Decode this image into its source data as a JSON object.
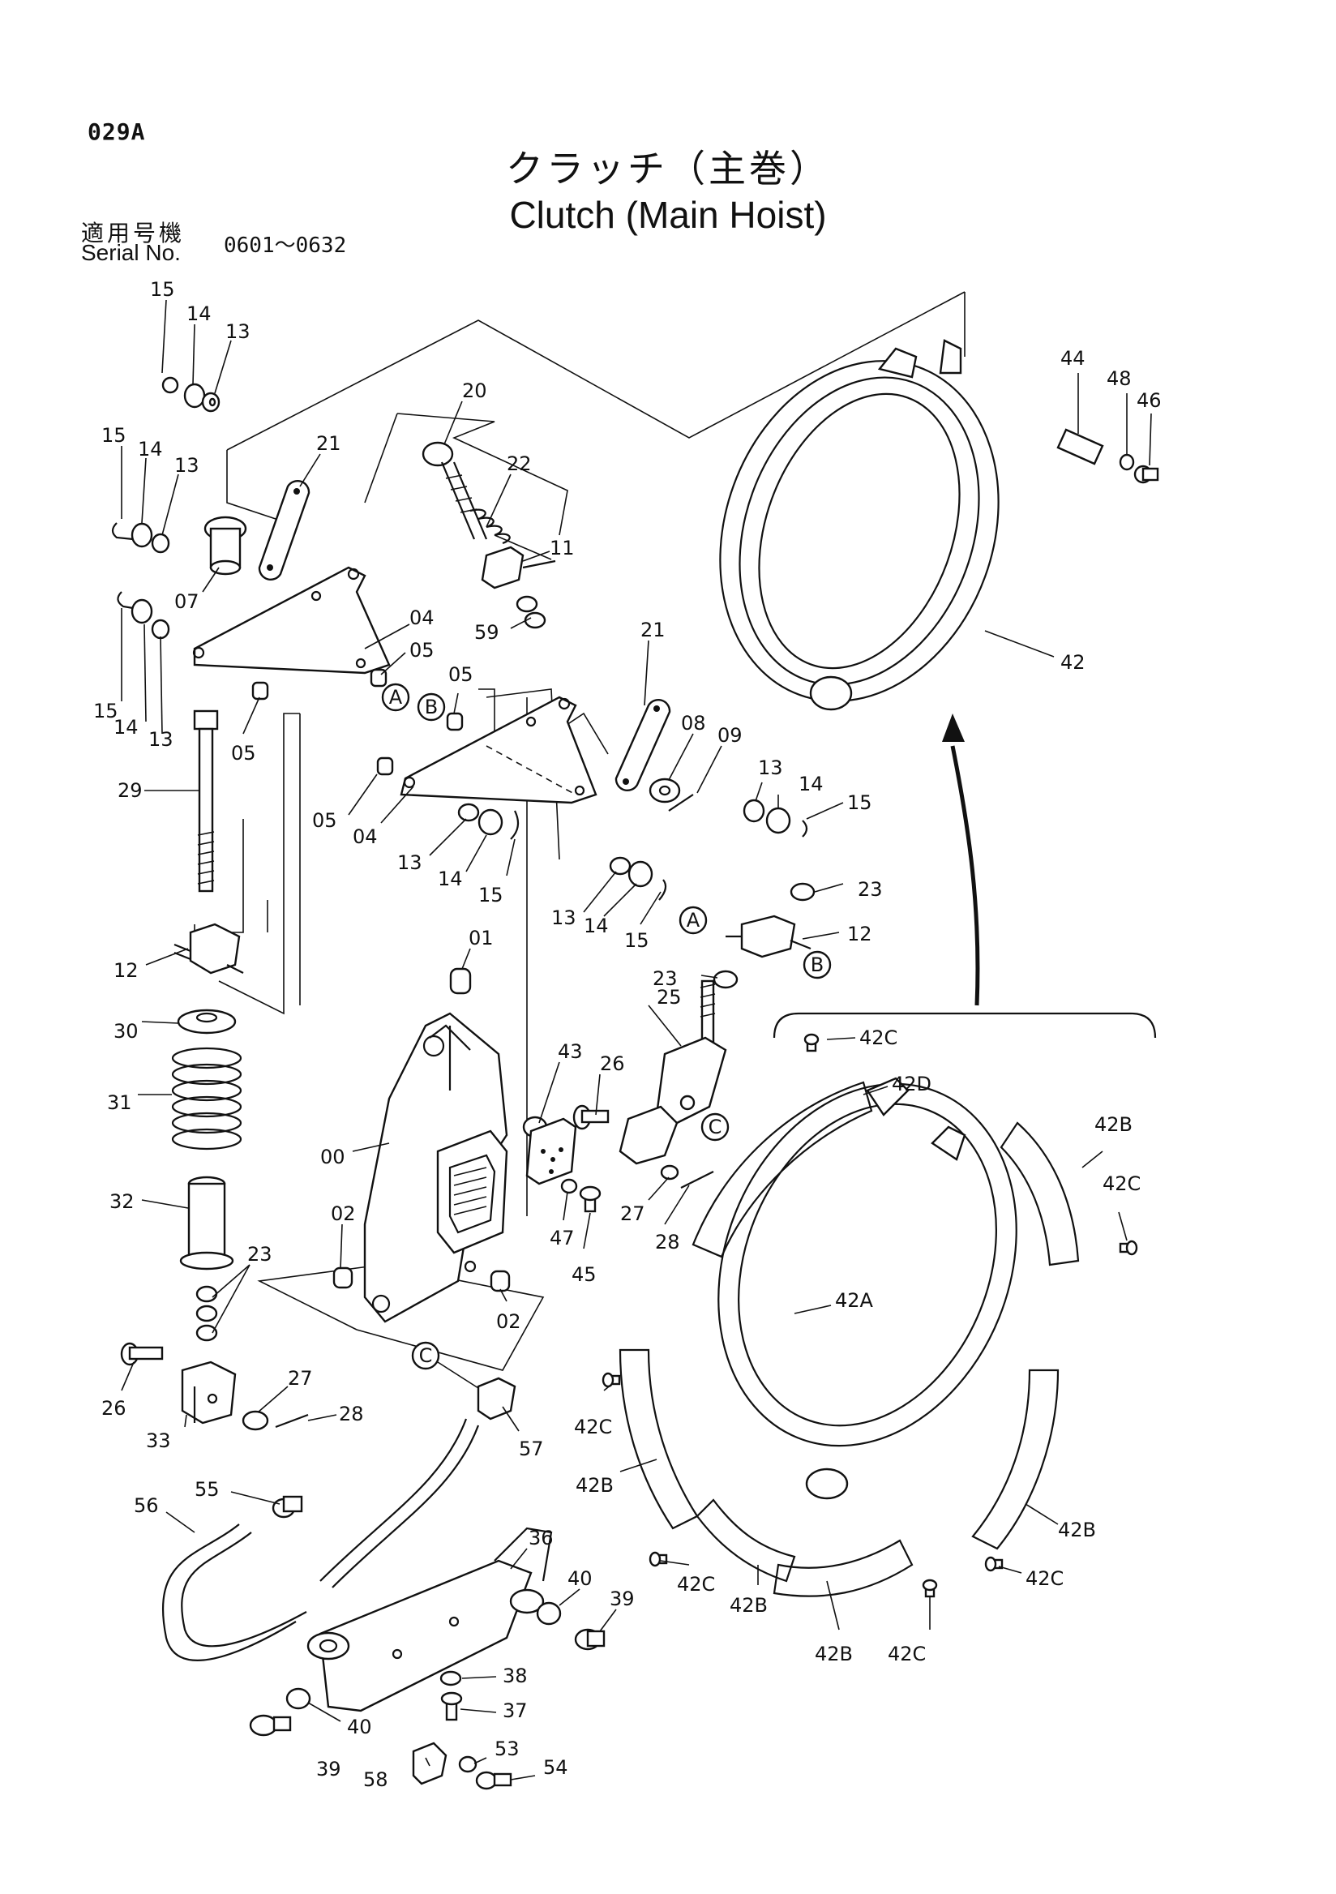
{
  "header": {
    "page_code": "029A",
    "title_jp": "クラッチ（主巻）",
    "title_en": "Clutch (Main Hoist)",
    "serial_label_jp": "適用号機",
    "serial_label_en": "Serial No.",
    "serial_range": "0601～0632"
  },
  "callouts": {
    "A": "A",
    "B": "B",
    "C": "C"
  },
  "labels": [
    {
      "id": "l15a",
      "text": "15"
    },
    {
      "id": "l14a",
      "text": "14"
    },
    {
      "id": "l13a",
      "text": "13"
    },
    {
      "id": "l15b",
      "text": "15"
    },
    {
      "id": "l14b",
      "text": "14"
    },
    {
      "id": "l13b",
      "text": "13"
    },
    {
      "id": "l07",
      "text": "07"
    },
    {
      "id": "l21a",
      "text": "21"
    },
    {
      "id": "l20",
      "text": "20"
    },
    {
      "id": "l22",
      "text": "22"
    },
    {
      "id": "l11",
      "text": "11"
    },
    {
      "id": "l59",
      "text": "59"
    },
    {
      "id": "l04a",
      "text": "04"
    },
    {
      "id": "l05a",
      "text": "05"
    },
    {
      "id": "l05b",
      "text": "05"
    },
    {
      "id": "l15c",
      "text": "15"
    },
    {
      "id": "l14c",
      "text": "14"
    },
    {
      "id": "l13c",
      "text": "13"
    },
    {
      "id": "l05c",
      "text": "05"
    },
    {
      "id": "l21b",
      "text": "21"
    },
    {
      "id": "l08",
      "text": "08"
    },
    {
      "id": "l09",
      "text": "09"
    },
    {
      "id": "l13d",
      "text": "13"
    },
    {
      "id": "l14d",
      "text": "14"
    },
    {
      "id": "l15d",
      "text": "15"
    },
    {
      "id": "l29",
      "text": "29"
    },
    {
      "id": "l05d",
      "text": "05"
    },
    {
      "id": "l04b",
      "text": "04"
    },
    {
      "id": "l13e",
      "text": "13"
    },
    {
      "id": "l14e",
      "text": "14"
    },
    {
      "id": "l15e",
      "text": "15"
    },
    {
      "id": "l13f",
      "text": "13"
    },
    {
      "id": "l14f",
      "text": "14"
    },
    {
      "id": "l15f",
      "text": "15"
    },
    {
      "id": "l23a",
      "text": "23"
    },
    {
      "id": "l12a",
      "text": "12"
    },
    {
      "id": "l23b",
      "text": "23"
    },
    {
      "id": "l12b",
      "text": "12"
    },
    {
      "id": "l01",
      "text": "01"
    },
    {
      "id": "l25",
      "text": "25"
    },
    {
      "id": "l30",
      "text": "30"
    },
    {
      "id": "l31",
      "text": "31"
    },
    {
      "id": "l43",
      "text": "43"
    },
    {
      "id": "l26a",
      "text": "26"
    },
    {
      "id": "l00",
      "text": "00"
    },
    {
      "id": "l32",
      "text": "32"
    },
    {
      "id": "l02a",
      "text": "02"
    },
    {
      "id": "l27a",
      "text": "27"
    },
    {
      "id": "l28a",
      "text": "28"
    },
    {
      "id": "l47",
      "text": "47"
    },
    {
      "id": "l45",
      "text": "45"
    },
    {
      "id": "l23c",
      "text": "23"
    },
    {
      "id": "l02b",
      "text": "02"
    },
    {
      "id": "l26b",
      "text": "26"
    },
    {
      "id": "l33",
      "text": "33"
    },
    {
      "id": "l27b",
      "text": "27"
    },
    {
      "id": "l28b",
      "text": "28"
    },
    {
      "id": "l57",
      "text": "57"
    },
    {
      "id": "l55",
      "text": "55"
    },
    {
      "id": "l56",
      "text": "56"
    },
    {
      "id": "l36",
      "text": "36"
    },
    {
      "id": "l40a",
      "text": "40"
    },
    {
      "id": "l39a",
      "text": "39"
    },
    {
      "id": "l38",
      "text": "38"
    },
    {
      "id": "l37",
      "text": "37"
    },
    {
      "id": "l40b",
      "text": "40"
    },
    {
      "id": "l39b",
      "text": "39"
    },
    {
      "id": "l53",
      "text": "53"
    },
    {
      "id": "l58",
      "text": "58"
    },
    {
      "id": "l54",
      "text": "54"
    },
    {
      "id": "l44",
      "text": "44"
    },
    {
      "id": "l48",
      "text": "48"
    },
    {
      "id": "l46",
      "text": "46"
    },
    {
      "id": "l42",
      "text": "42"
    },
    {
      "id": "l42c1",
      "text": "42C"
    },
    {
      "id": "l42d",
      "text": "42D"
    },
    {
      "id": "l42b1",
      "text": "42B"
    },
    {
      "id": "l42c2",
      "text": "42C"
    },
    {
      "id": "l42a",
      "text": "42A"
    },
    {
      "id": "l42c3",
      "text": "42C"
    },
    {
      "id": "l42b2",
      "text": "42B"
    },
    {
      "id": "l42b3",
      "text": "42B"
    },
    {
      "id": "l42c4",
      "text": "42C"
    },
    {
      "id": "l42c5",
      "text": "42C"
    },
    {
      "id": "l42b4",
      "text": "42B"
    },
    {
      "id": "l42b5",
      "text": "42B"
    },
    {
      "id": "l42c6",
      "text": "42C"
    }
  ]
}
